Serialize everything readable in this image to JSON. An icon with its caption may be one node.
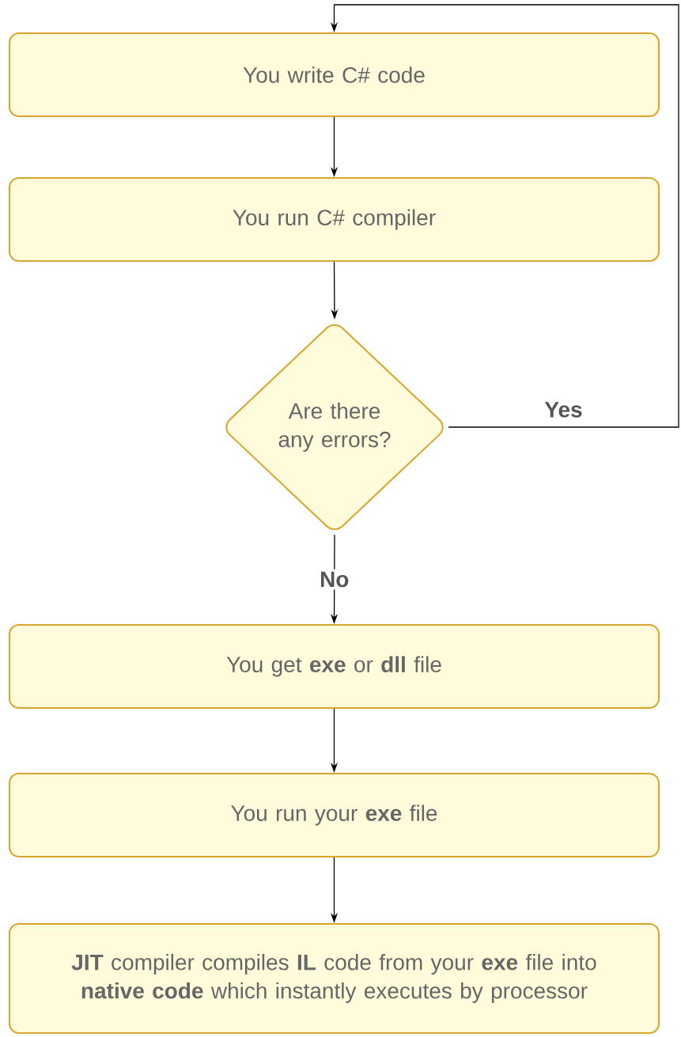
{
  "diagram": {
    "nodes": [
      {
        "text": [
          "You write C# code"
        ]
      },
      {
        "text": [
          "You run C# compiler"
        ]
      },
      {
        "text": [
          "Are there any errors?"
        ]
      },
      {
        "text": [
          "You get **exe** or **dll** file"
        ]
      },
      {
        "text": [
          "You run your **exe** file"
        ]
      },
      {
        "text": [
          "**JIT** compiler compiles **IL** code from your **exe** file into **native code** which instantly executes by processor"
        ]
      }
    ],
    "edges": [
      {
        "from": 0,
        "to": 1,
        "arrow": "to"
      },
      {
        "from": 1,
        "to": 2,
        "arrow": "to"
      },
      {
        "from": 2,
        "to": 3,
        "arrow": "to",
        "label": "No"
      },
      {
        "from": 3,
        "to": 4,
        "arrow": "to"
      },
      {
        "from": 4,
        "to": 5,
        "arrow": "to"
      },
      {
        "from": 2,
        "to": 0,
        "arrow": "to",
        "label": "Yes"
      }
    ]
  }
}
